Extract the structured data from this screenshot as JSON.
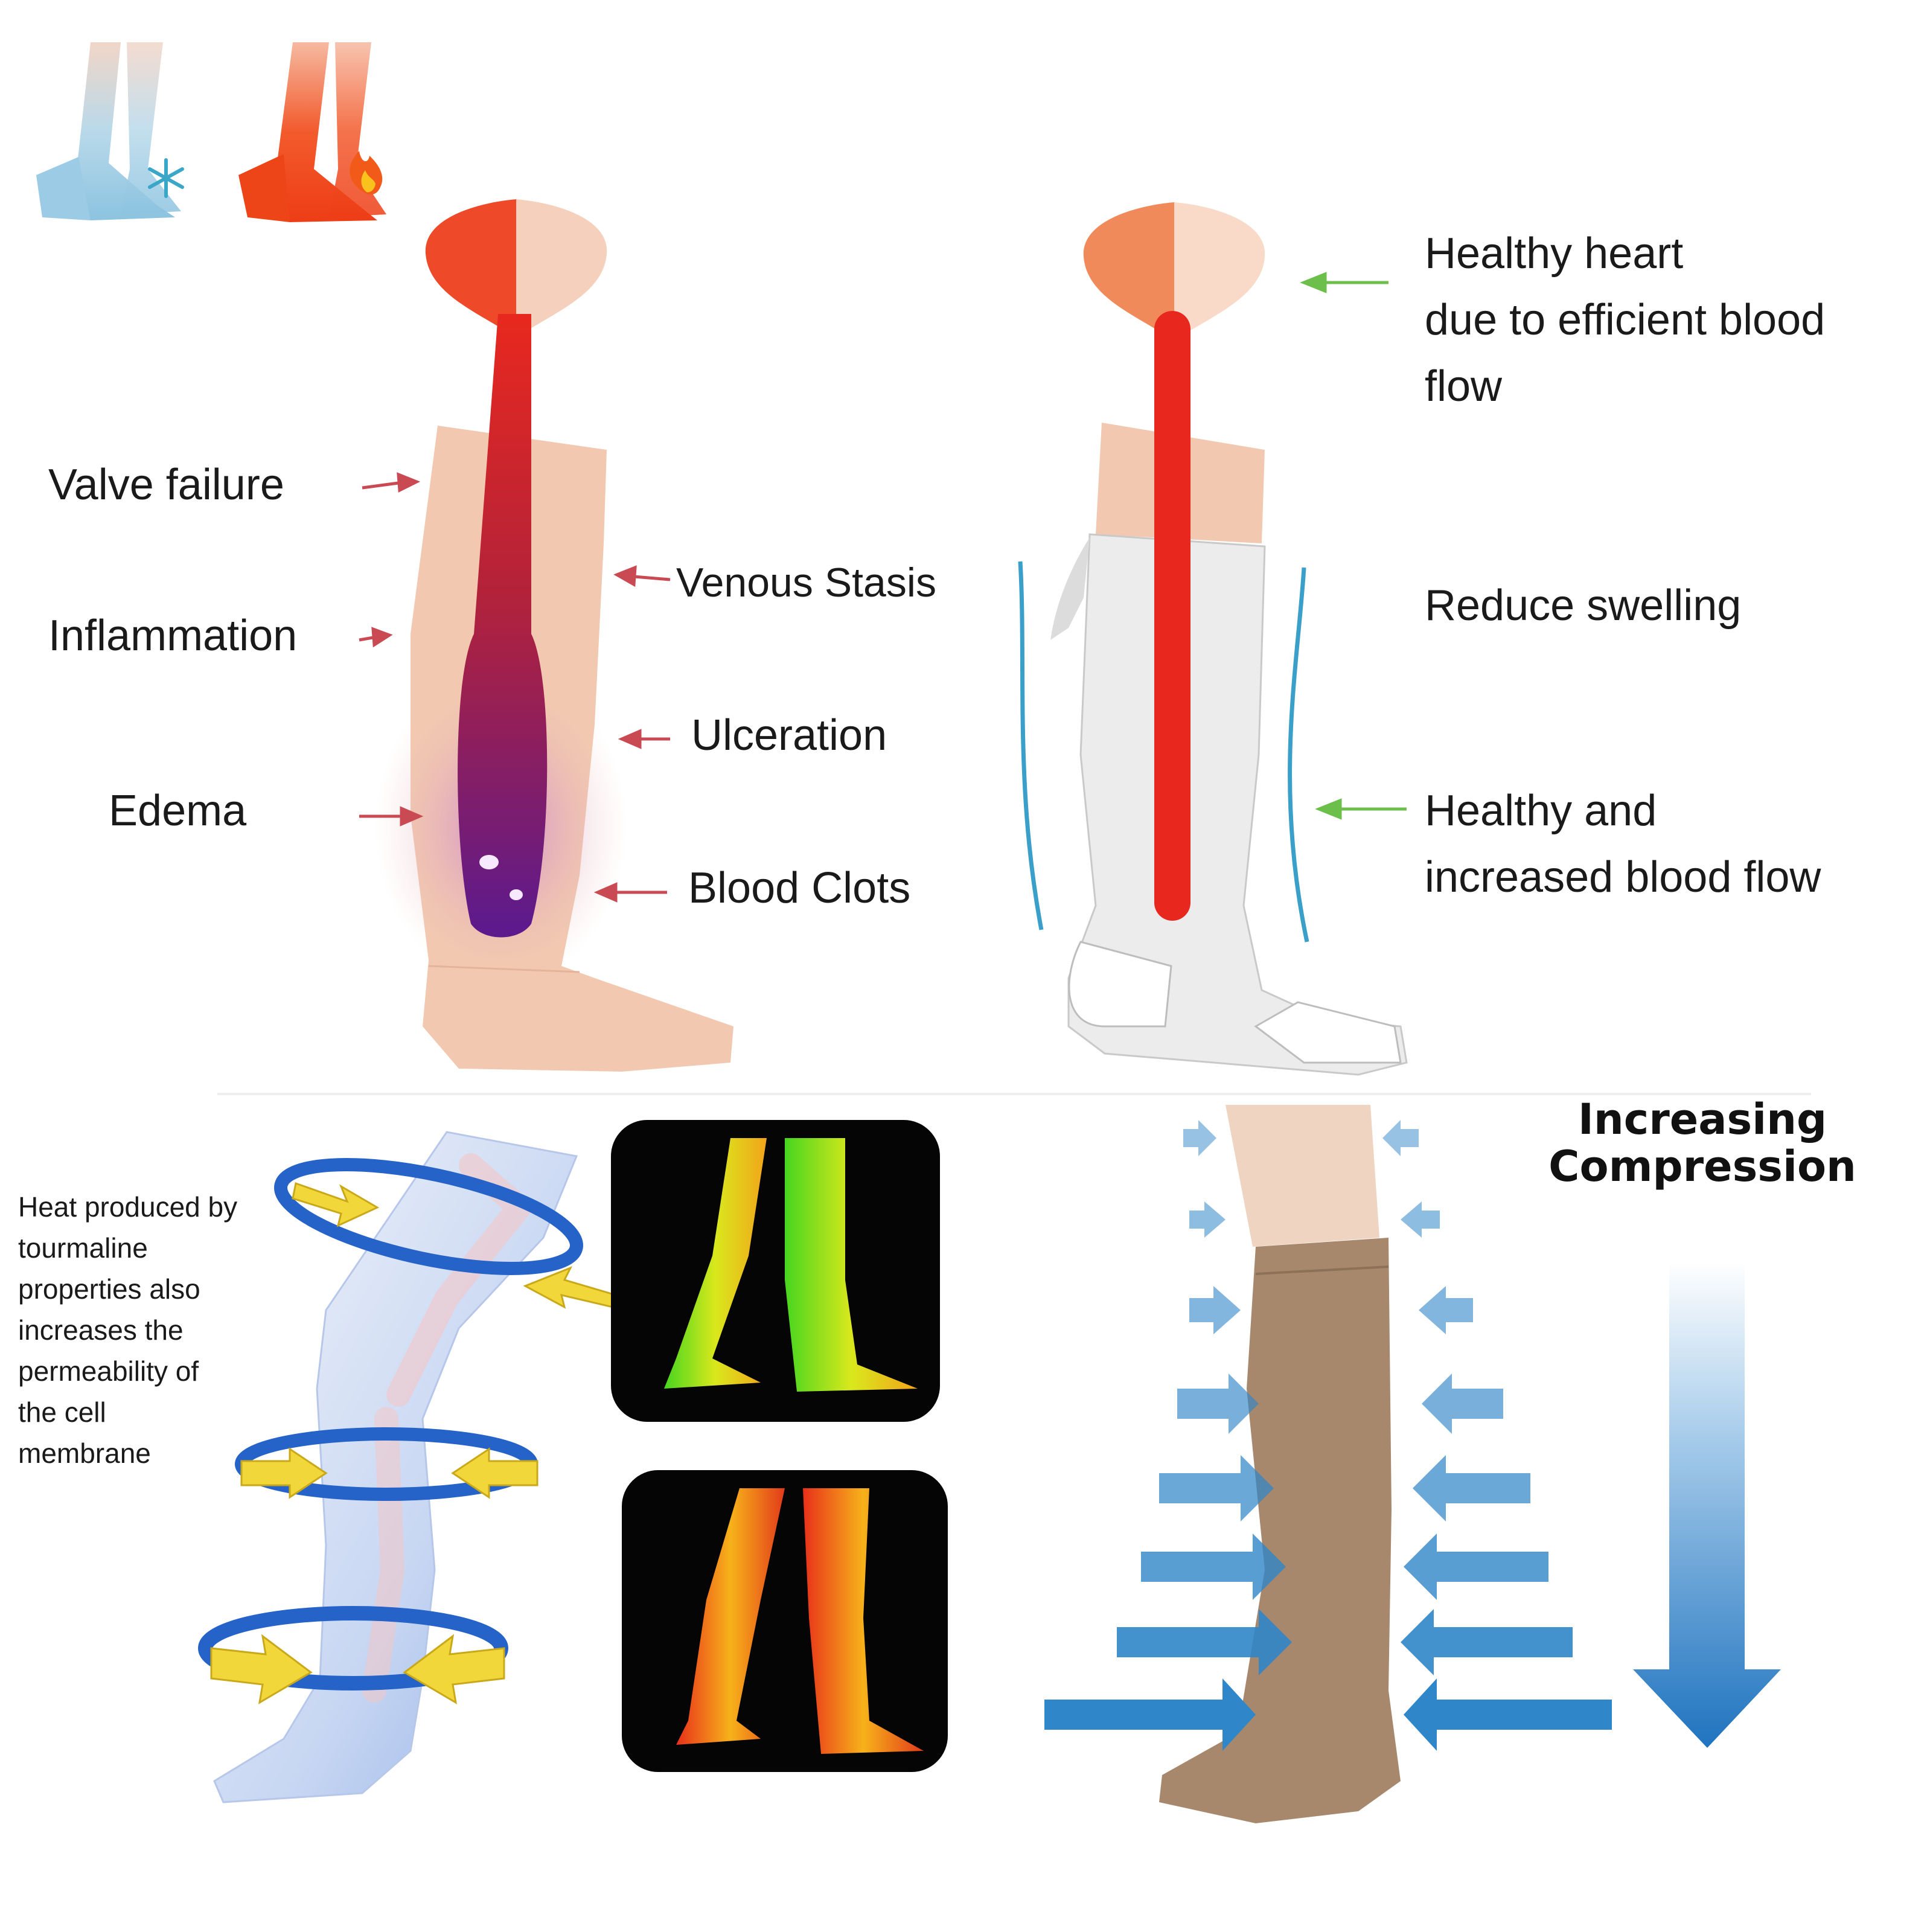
{
  "left_panel": {
    "valve_failure": "Valve failure",
    "inflammation": "Inflammation",
    "edema": "Edema",
    "venous_stasis": "Venous Stasis",
    "ulceration": "Ulceration",
    "blood_clots": "Blood Clots"
  },
  "right_panel": {
    "healthy_heart": [
      "Healthy heart",
      "due to efficient blood",
      "flow"
    ],
    "reduce_swelling": "Reduce swelling",
    "healthy_flow": [
      "Healthy and",
      "increased blood flow"
    ]
  },
  "bottom_left": {
    "heat_text": [
      "Heat produced by",
      "tourmaline",
      "properties also",
      "increases the",
      "permeability of",
      "the cell",
      "membrane"
    ]
  },
  "bottom_right": {
    "compression_title": [
      "Increasing",
      "Compression"
    ]
  },
  "colors": {
    "artery_red": "#e8281e",
    "clot_purple": "#5b1a8e",
    "skin": "#f2c9b0",
    "stocking_beige": "#a8886c",
    "arrow_blue": "#2f86c8",
    "band_blue": "#2563c9",
    "band_yellow": "#f2d73a"
  }
}
